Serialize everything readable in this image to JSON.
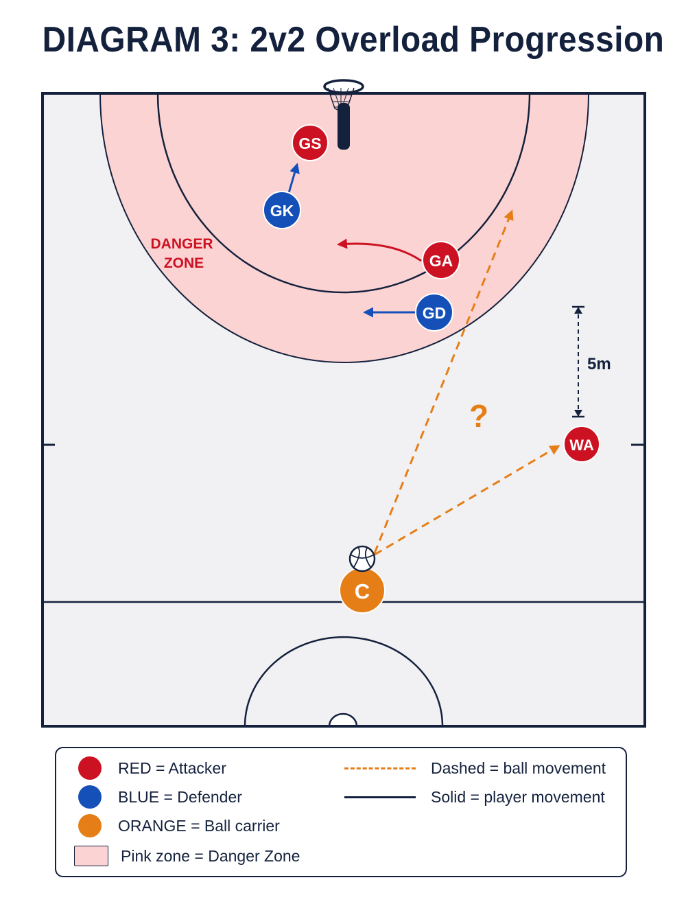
{
  "title": "DIAGRAM 3: 2v2 Overload Progression",
  "colors": {
    "attacker": "#cc1122",
    "defender": "#1450b8",
    "ball_carrier": "#e67e18",
    "danger_zone": "#fcd3d3",
    "line": "#14213d",
    "court": "#f1f1f3"
  },
  "zone": {
    "label_line1": "DANGER",
    "label_line2": "ZONE"
  },
  "players": {
    "gs": "GS",
    "gk": "GK",
    "ga": "GA",
    "gd": "GD",
    "wa": "WA",
    "c": "C"
  },
  "annotations": {
    "distance": "5m",
    "question": "?"
  },
  "icons": {
    "ball": "netball-icon",
    "goal": "goal-post-icon"
  },
  "legend": {
    "red": "RED = Attacker",
    "blue": "BLUE = Defender",
    "orange": "ORANGE = Ball carrier",
    "pink": "Pink zone = Danger Zone",
    "dashed": "Dashed = ball movement",
    "solid": "Solid = player movement"
  }
}
